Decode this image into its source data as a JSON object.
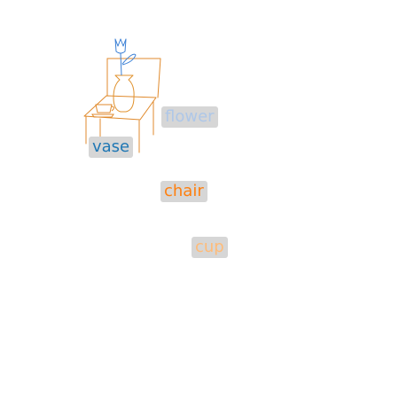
{
  "labels": {
    "flower": {
      "text": "flower",
      "color": "#aec7e8"
    },
    "vase": {
      "text": "vase",
      "color": "#1f77b4"
    },
    "chair": {
      "text": "chair",
      "color": "#ff7f0e"
    },
    "cup": {
      "text": "cup",
      "color": "#ffbb78"
    }
  },
  "colors": {
    "chair_stroke": "#e08a2c",
    "vase_stroke": "#e0922e",
    "flower_stroke": "#3a7fd5",
    "cup_stroke": "#e08a2c"
  }
}
